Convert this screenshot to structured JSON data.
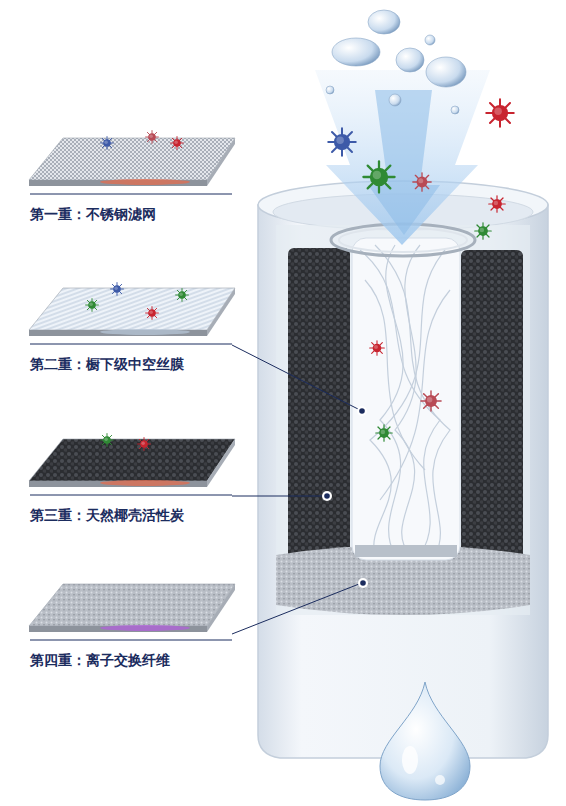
{
  "diagram": {
    "nodes": [
      {
        "text": [
          "第一重：不锈钢滤网"
        ]
      },
      {
        "text": [
          "第二重：橱下级中空丝膜"
        ]
      },
      {
        "text": [
          "第三重：天然椰壳活性炭"
        ]
      },
      {
        "text": [
          "第四重：离子交换纤维"
        ]
      }
    ]
  }
}
